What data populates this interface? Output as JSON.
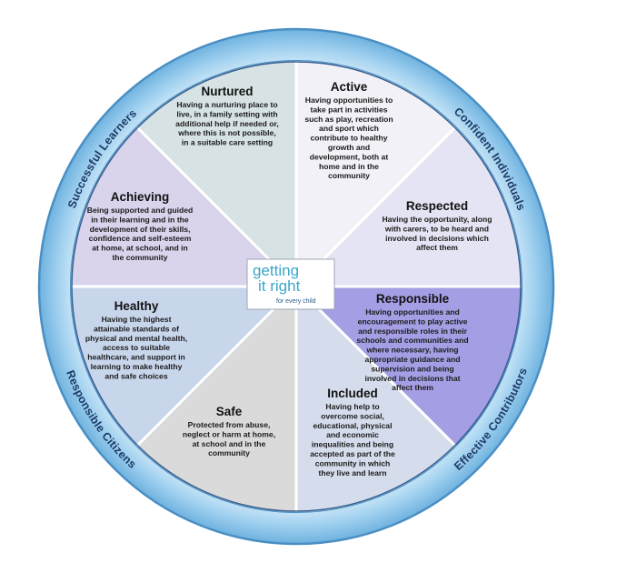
{
  "outer_labels": [
    {
      "id": "successful-learners",
      "text": "Successful Learners"
    },
    {
      "id": "confident-individuals",
      "text": "Confident Individuals"
    },
    {
      "id": "responsible-citizens",
      "text": "Responsible Citizens"
    },
    {
      "id": "effective-contributors",
      "text": "Effective Contributors"
    }
  ],
  "segments": [
    {
      "id": "nurtured",
      "title": "Nurtured",
      "color": "#f1f1f7",
      "lines": [
        "Having a nurturing place to",
        "live, in a family setting with",
        "additional help if needed or,",
        "where this is not possible,",
        "in a suitable care setting"
      ]
    },
    {
      "id": "active",
      "title": "Active",
      "color": "#e5e4f4",
      "lines": [
        "Having opportunities to",
        "take part in activities",
        "such as play, recreation",
        "and sport which",
        "contribute to healthy",
        "growth and",
        "development, both at",
        "home and in the",
        "community"
      ]
    },
    {
      "id": "respected",
      "title": "Respected",
      "color": "#a49ee4",
      "lines": [
        "Having the opportunity, along",
        "with carers, to be heard and",
        "involved in decisions which",
        "affect them"
      ]
    },
    {
      "id": "responsible",
      "title": "Responsible",
      "color": "#d5dcec",
      "lines": [
        "Having opportunities and",
        "encouragement to play active",
        "and responsible roles in their",
        "schools and communities and",
        "where necessary, having",
        "appropriate guidance and",
        "supervision and being",
        "involved in decisions that",
        "affect them"
      ]
    },
    {
      "id": "included",
      "title": "Included",
      "color": "#dadada",
      "lines": [
        "Having help to",
        "overcome social,",
        "educational, physical",
        "and economic",
        "inequalities and being",
        "accepted as part of the",
        "community in which",
        "they live and learn"
      ]
    },
    {
      "id": "safe",
      "title": "Safe",
      "color": "#c8d6ec",
      "lines": [
        "Protected from abuse,",
        "neglect or harm at home,",
        "at school and in the",
        "community"
      ]
    },
    {
      "id": "healthy",
      "title": "Healthy",
      "color": "#d9d3ec",
      "lines": [
        "Having the highest",
        "attainable standards of",
        "physical and mental health,",
        "access to suitable",
        "healthcare, and support in",
        "learning to make healthy",
        "and safe choices"
      ]
    },
    {
      "id": "achieving",
      "title": "Achieving",
      "color": "#d6e2e4",
      "lines": [
        "Being supported and guided",
        "in their learning and in the",
        "development of their skills,",
        "confidence and self-esteem",
        "at home, at school, and in",
        "the community"
      ]
    }
  ],
  "logo": {
    "line1": "getting",
    "line2": "it right",
    "line3": "for every child"
  },
  "colors": {
    "outer_ring": "#8ec6ec",
    "ring_edge": "#4a8fc4",
    "inner_edge": "#355f8f"
  }
}
